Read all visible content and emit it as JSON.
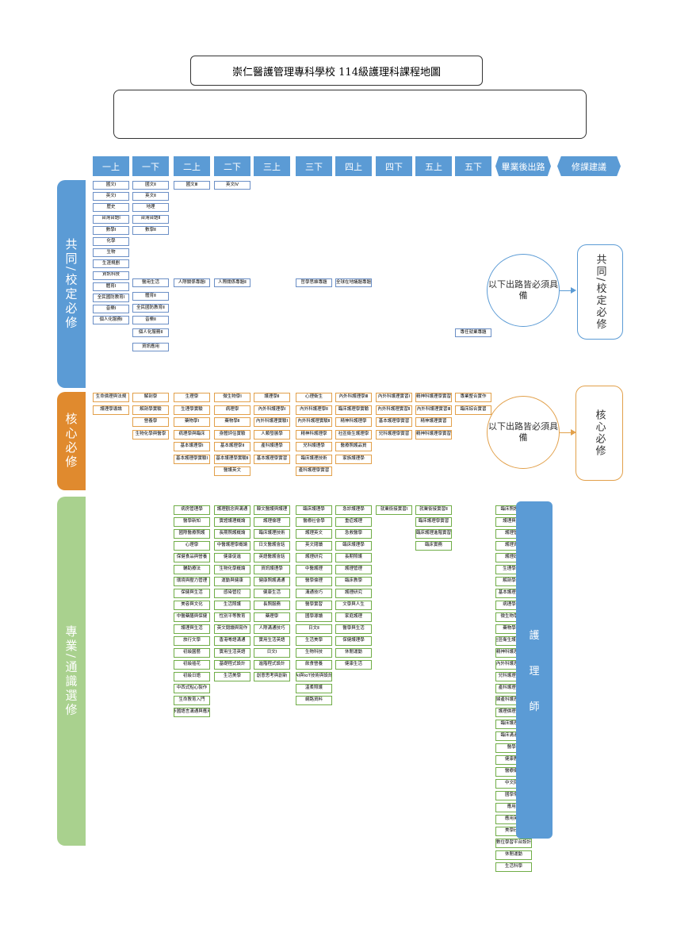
{
  "title": "崇仁醫護管理專科學校 114級護理科課程地圖",
  "core": {
    "c1": [
      "生命倫理與法規",
      "護理學導論"
    ],
    "c2": [
      "解剖學",
      "解剖學實驗",
      "營養學",
      "生物化學與醫學"
    ],
    "c3": [
      "生理學",
      "生理學實驗",
      "藥物學Ⅰ",
      "病理學與臨床",
      "基本護理學Ⅰ",
      "基本護理學實驗Ⅰ"
    ],
    "c4": [
      "微生物學Ⅰ",
      "病理學",
      "藥物學Ⅱ",
      "身體評估實驗",
      "基本護理學Ⅱ",
      "基本護理學實驗Ⅱ",
      "醫護英文"
    ],
    "c5": [
      "護理學Ⅱ",
      "內外科護理學Ⅰ",
      "內外科護理實驗Ⅰ",
      "人類發展學",
      "產科護理學",
      "基本護理學實習"
    ],
    "c6": [
      "心理衛生",
      "內外科護理學Ⅱ",
      "內外科護理實驗Ⅱ",
      "精神科護理學",
      "兒科護理學",
      "臨床護理技術",
      "產科護理學實習"
    ],
    "c7": [
      "內外科護理學Ⅲ",
      "臨床護理學實驗",
      "精神科護理學",
      "社區衛生護理學",
      "醫療照護品質",
      "家族護理學"
    ],
    "c8": [
      "內外科護理實習Ⅰ",
      "內外科護理實習Ⅱ",
      "基本護理學實習",
      "兒科護理學實習"
    ],
    "c9": [
      "精神科護理學實習",
      "內外科護理實習Ⅲ",
      "精神護理實習",
      "精神科護理學實習"
    ],
    "c10": [
      "專業整合實作",
      "臨床綜合實習"
    ]
  },
  "headers": [
    "一上",
    "一下",
    "二上",
    "二下",
    "三上",
    "三下",
    "四上",
    "四下",
    "五上",
    "五下",
    "畢業後出路",
    "修課建議"
  ],
  "bands": {
    "common": "共同/校定必修",
    "core": "核心必修",
    "elective": "專業/通識選修"
  },
  "common": {
    "c1": [
      "國文Ⅰ",
      "英文Ⅰ",
      "歷史",
      "台灣台語Ⅰ",
      "數學Ⅰ",
      "化學",
      "生物",
      "生涯規劃",
      "資訊科技",
      "體育Ⅰ",
      "全民國防教育Ⅰ",
      "音樂Ⅰ",
      "個人化服務Ⅰ"
    ],
    "c2": [
      "國文Ⅱ",
      "英文Ⅱ",
      "地理",
      "台灣台語Ⅱ",
      "數學Ⅱ",
      "醫用生活",
      "體育Ⅱ",
      "全民國防教育Ⅱ",
      "音樂Ⅱ",
      "個人化服務Ⅱ",
      "資訊應用"
    ],
    "c3": [
      "國文Ⅲ",
      "人際關係專題Ⅰ"
    ],
    "c4": [
      "英文Ⅳ",
      "人際關係專題Ⅱ"
    ],
    "c6": [
      "哲學思維專題"
    ],
    "c7": [
      "全球在地議題專題"
    ],
    "c10": [
      "專任就業專題"
    ]
  },
  "common_circle": "以下出路皆必須具備",
  "common_box": "共同/校定必修",
  "core_circle": "以下出路皆必須具備",
  "core_box": "核心必修",
  "elective": {
    "c3": [
      "病房管理學",
      "醫學新知",
      "國際醫療照護",
      "心理學",
      "保健食品與營養",
      "輔助療法",
      "環境與壓力管理",
      "保健與生活",
      "美容與文化",
      "中醫藥膳與保健",
      "護理與生活",
      "旅行文學",
      "初級園藝",
      "初級插花",
      "初級日語",
      "中西式點心製作",
      "生命教育入門",
      "多國語言溝通與應用"
    ],
    "c4": [
      "護理觀念與溝通",
      "實證護理概論",
      "長期照護概論",
      "中醫護理學概論",
      "健康促進",
      "生物化學概論",
      "運動與健康",
      "感染管控",
      "生活照護",
      "性別平等教育",
      "英文閱讀與寫作",
      "香港粵語溝通",
      "實用生活英語",
      "基礎程式設計",
      "生活美學"
    ],
    "c5": [
      "韓文醫護與護理",
      "護理倫理",
      "臨床護理技術",
      "日文醫護會話",
      "英語醫護會話",
      "資訊護理學",
      "健康照護溝通",
      "健康生活",
      "長照服務",
      "藥理學",
      "人際溝通技巧",
      "實用生活英語",
      "日文Ⅰ",
      "進階程式設計",
      "創意思考與創新"
    ],
    "c6": [
      "臨床護理學",
      "醫療社會學",
      "護理英文",
      "英文閱讀",
      "護理研究",
      "中醫護理",
      "醫學倫理",
      "溝通技巧",
      "醫學實習",
      "國學導讀",
      "日文Ⅱ",
      "生活美學",
      "生物科技",
      "飲食營養",
      "AI與IoT技術與設計",
      "溫柔照護",
      "網路資料"
    ],
    "c7": [
      "急診護理學",
      "重症護理",
      "急救醫學",
      "臨床護理學",
      "長期照護",
      "護理管理",
      "臨床教學",
      "護理研究",
      "文學與人生",
      "家庭護理",
      "醫學與生活",
      "保健護理學",
      "休閒運動",
      "健康生活"
    ],
    "c8": [
      "就業銜接實習Ⅰ"
    ],
    "c9": [
      "就業銜接實習Ⅱ",
      "臨床護理學實習",
      "臨床護理進階實習",
      "臨床實務"
    ],
    "c11": [
      "臨床照護技術",
      "護理與健康",
      "護理管理",
      "護理資訊",
      "護理政策",
      "生理學研究",
      "解剖學研究",
      "基本護理學研究",
      "病理學研究",
      "微生物學研究",
      "藥物學研究",
      "社區衛生護理學研究",
      "精神科護理學研究",
      "內外科護理學研究",
      "兒科護理學研究",
      "產科護理學研究",
      "婦產科護理學研究",
      "護理倫理學研究",
      "臨床護理實作",
      "臨床溝通實作",
      "醫學史",
      "健康教育",
      "醫療衛生",
      "中文閱讀",
      "國學常識",
      "應用文",
      "應用英文",
      "美學欣賞",
      "數位學習平台設計",
      "休閒運動",
      "生活科學"
    ]
  },
  "nurse": [
    "護",
    "理",
    "師"
  ],
  "colors": {
    "blue": "#5b9bd5",
    "orange": "#e08a2e",
    "green": "#a9d18e",
    "cellBlue": "#6b8fc6",
    "cellOrange": "#e2a04a",
    "cellGreen": "#70ad47"
  }
}
